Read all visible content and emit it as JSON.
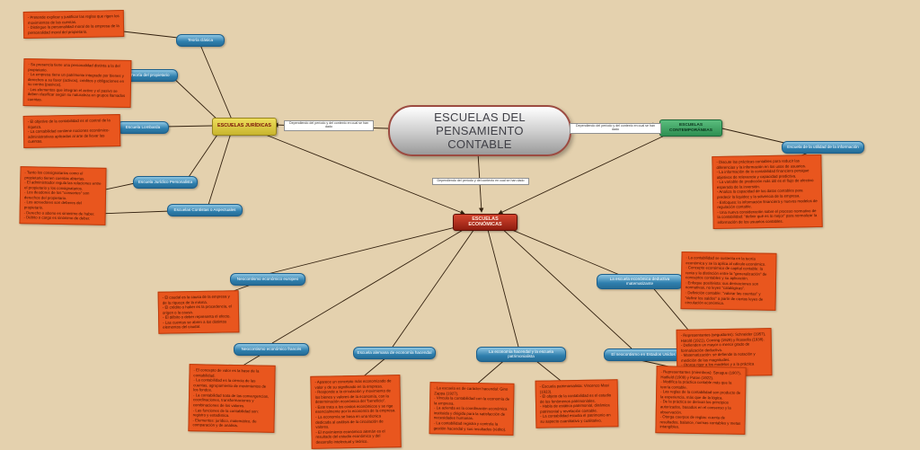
{
  "central": {
    "label": "ESCUELAS DEL PENSAMIENTO CONTABLE"
  },
  "edge_label": "Dependiendo del período y del contexto en cual se han dado",
  "categories": {
    "juridicas": {
      "label": "ESCUELAS JURÍDICAS",
      "color": "#d9c93f"
    },
    "economicas": {
      "label": "ESCUELAS ECONÓMICAS",
      "color": "#b5271a"
    },
    "contemporaneas": {
      "label": "ESCUELAS CONTEMPORÁNEAS",
      "color": "#3fa86a"
    }
  },
  "schools": [
    "Teoría clásica",
    "Teoría del propietario",
    "Escuela Lombarda",
    "Escuela Jurídico Personalista",
    "Escuelas Contistas o Aspectuales",
    "Neocontismo económico europeo",
    "La escuela económica deductiva matematizante",
    "Neocontismo económico francés",
    "Escuela alemana de economía hacendal",
    "La economía hacendal y la escuela patrimonialista",
    "El neocontismo en Estados Unidos",
    "Escuela de la utilidad de la información"
  ],
  "notes": [
    "- Pretende explicar y justificar las reglas que rigen los movimientos de las cuentas.\n- Distingue la personalidad moral de la empresa de la personalidad moral del propietario.",
    "- Su presencia tiene una personalidad distinta a la del propietario.\n- La empresa tiene un patrimonio integrado por bienes y derechos a su favor (activos), créditos y obligaciones en su contra (pasivos).\n- Los elementos que integran el activo y el pasivo se deben clasificar según su naturaleza en grupos llamados cuentas.",
    "- El objetivo de la contabilidad es el control de la riqueza.\n- La contabilidad contiene nociones económico-administrativas aplicadas al arte de llevar las cuentas.",
    "- Tanto los consignatarios como el propietario tienen cuentas abiertas.\n- El administrador regula las relaciones entre el propietario y los consignatarios.\n- Los deudores de los \"consortes\" son derechos del propietario.\n- Los acreedores son deberes del propietario.\n- Derecho o abono es sinónimo de haber.\n- Débito o cargo es sinónimo de deber.",
    "- El caudal es la causa de la empresa y de la riqueza de la misma.\n- El crédito o haber es la procedencia, el origen o la causa.\n- El débito o deber representa el efecto.\n- Las cuentas se abren a los distintos elementos del caudal.",
    "- La contabilidad se sustenta en la teoría económica y se la aplica al cálculo económico.\n- Concepto económico de capital contable: la renta y la distinción entre la \"generalización\" de conceptos contables y su aplicación.\n- Enfoque positivista: sus derivaciones son normativas, no leyes \"catalógicas\".\n- Definición contable: \"valorar las cuentas\" y \"definir los saldos\" a partir de ciertas leyes de circulación económica.",
    "- Representantes (seguidores): Schneider (1957), Hatold (1921), Corning (1929) y Rossella (1938).\n- Defienden un mayor o menor grado de formalización deductiva.\n- Matematización: se defiende la notación y medición de las magnitudes.\n- Otorga rigor a los modelos y a la práctica contable.",
    "- El concepto de valor es la base de la contabilidad.\n- La contabilidad es la ciencia de las cuentas, agrupamiento de movimientos de los fondos.\n- La contabilidad trata de las convergencias, coordinaciones, transformaciones y combinaciones de los valores.\n- Las funciones de la contabilidad son: registro y estadística.\n- Elementos: jurídico, matemático, de comparación y de análisis.",
    "- Aparece un concepto más economizado de valor y de su significado en la empresa.\n- Responde a la circulación y movimiento de los bienes y valores de la economía, con la determinación económica del \"beneficio\".\n- Este trata a los costos económicos y se rige esencialmente por la economía de la empresa.\n- La economía se basa en una técnica dedicada al análisis de la circulación de valores.\n- El movimiento económico alemán es el resultado del estudio económico y del desarrollo intelectual y teórico.",
    "- La escuela es de carácter hacendal: Gino Zappa (1927).\n- Vincula la contabilidad con la economía de la empresa.\n- La azienda es la coordinación económica instituida y dirigida para la satisfacción de necesidades humanas.\n- La contabilidad registra y controla la gestión hacendal y sus resultados (rédito).",
    "- Escuela patrimonialista: Vincenzo Masi (1923).\n- El objeto de la contabilidad es el estudio de los fenómenos patrimoniales.\n- Habla de estática patrimonial, dinámica patrimonial y revelación contable.\n- La contabilidad estudia el patrimonio en su aspecto cuantitativo y cualitativo.",
    "- Representantes (miembros): Sprague (1907), Hatfield (1909) y Paton (1922).\n- Modifica la práctica contable más que la teoría contable.\n- Las reglas de la contabilidad son producto de la experiencia, más que de la lógica.\n- De la práctica se derivan los principios autorizados, basados en el consenso y la observación.\n- Otorga cuerpos de reglas: cuenta de resultados, balance, normas contables y metas intangibles.",
    "- Discute las prácticas contables para reducir las diferencias y la información en los usos de usuarios.\n- La información de la contabilidad financiera persigue objetivos de relevancia y capacidad predictiva.\n- La variable de predicción más útil es el flujo de efectivo esperado de la inversión.\n- Analiza la capacidad de los datos contables para predecir la liquidez y la solvencia de la empresa.\n- Enfoques: la información financiera y nuevos modelos de regulación contable.\n- Una nueva consideración sobre el proceso normativo de la contabilidad: \"definir qué es lo mejor\" para normalizar la información de los usuarios contables."
  ]
}
